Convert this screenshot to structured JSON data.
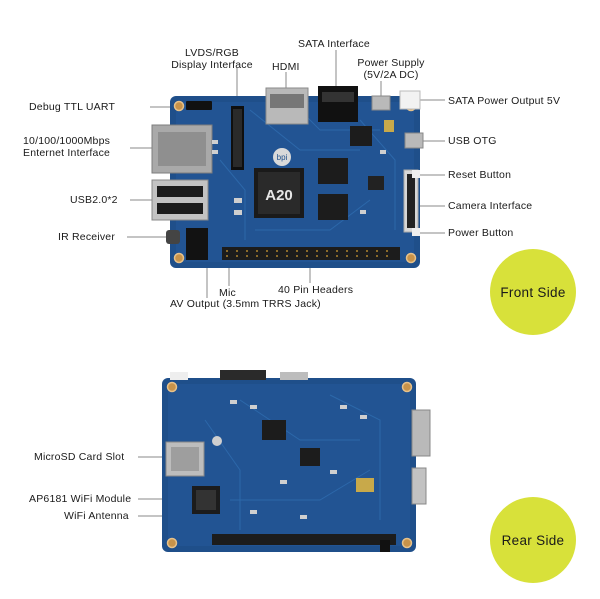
{
  "colors": {
    "badge": "#d8e13a",
    "pcb": "#1f4f8a",
    "pcb_dark": "#173e6e",
    "leader": "#8a8a8a"
  },
  "front": {
    "badge": "Front Side",
    "chip_label": "A20",
    "logo_text": "bpi",
    "labels": {
      "lvds_line1": "LVDS/RGB",
      "lvds_line2": "Display Interface",
      "sata_interface": "SATA Interface",
      "hdmi": "HDMI",
      "power_line1": "Power Supply",
      "power_line2": "(5V/2A DC)",
      "debug_uart": "Debug TTL UART",
      "sata_power": "SATA Power Output 5V",
      "ethernet_line1": "10/100/1000Mbps",
      "ethernet_line2": "Enternet Interface",
      "usb_otg": "USB OTG",
      "reset": "Reset Button",
      "usb2": "USB2.0*2",
      "camera": "Camera Interface",
      "ir": "IR Receiver",
      "power_button": "Power Button",
      "mic": "Mic",
      "pin_headers": "40 Pin Headers",
      "av_output": "AV Output (3.5mm TRRS Jack)"
    }
  },
  "rear": {
    "badge": "Rear Side",
    "labels": {
      "microsd": "MicroSD Card Slot",
      "wifi_module": "AP6181 WiFi Module",
      "wifi_antenna": "WiFi Antenna"
    }
  }
}
